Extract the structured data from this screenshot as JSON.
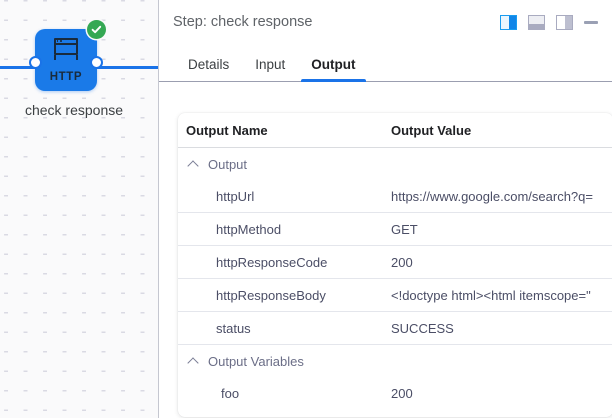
{
  "canvas": {
    "node": {
      "icon_name": "http-node-icon",
      "icon_text": "HTTP",
      "caption": "check response",
      "status_icon": "success-check-badge"
    }
  },
  "panel": {
    "header": {
      "title": "Step: check response",
      "actions": [
        {
          "name": "layout-split-right-icon",
          "label": ""
        },
        {
          "name": "layout-dock-bottom-icon",
          "label": ""
        },
        {
          "name": "layout-split-left-icon",
          "label": ""
        },
        {
          "name": "minimize-icon",
          "label": ""
        }
      ]
    },
    "tabs": [
      {
        "label": "Details",
        "active": false
      },
      {
        "label": "Input",
        "active": false
      },
      {
        "label": "Output",
        "active": true
      }
    ],
    "table": {
      "headers": {
        "name": "Output Name",
        "value": "Output Value"
      },
      "groups": [
        {
          "label": "Output",
          "rows": [
            {
              "name": "httpUrl",
              "value": "https://www.google.com/search?q="
            },
            {
              "name": "httpMethod",
              "value": "GET"
            },
            {
              "name": "httpResponseCode",
              "value": "200"
            },
            {
              "name": "httpResponseBody",
              "value": "<!doctype html><html itemscope=\""
            },
            {
              "name": "status",
              "value": "SUCCESS"
            }
          ]
        },
        {
          "label": "Output Variables",
          "rows": [
            {
              "name": "foo",
              "value": "200"
            }
          ]
        }
      ]
    }
  },
  "colors": {
    "node_blue": "#1a7ae8",
    "accent_blue": "#1a73e8",
    "success_green": "#34a853",
    "text_muted": "#4b4e66"
  }
}
